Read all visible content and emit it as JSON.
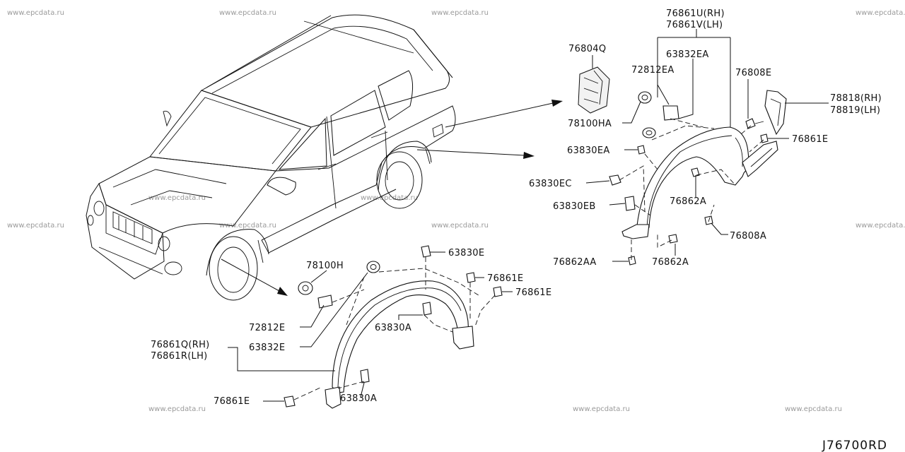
{
  "watermark": "www.epcdata.ru",
  "diagram_code": "J76700RD",
  "labels": {
    "l_76861u": "76861U(RH)",
    "l_76861v": "76861V(LH)",
    "l_76804q": "76804Q",
    "l_63832ea": "63832EA",
    "l_72812ea": "72812EA",
    "l_76808e": "76808E",
    "l_78818": "78818(RH)",
    "l_78819": "78819(LH)",
    "l_78100ha": "78100HA",
    "l_76861e_top": "76861E",
    "l_63830ea": "63830EA",
    "l_63830ec": "63830EC",
    "l_76862a_top": "76862A",
    "l_63830eb": "63830EB",
    "l_76808a": "76808A",
    "l_76862aa": "76862AA",
    "l_76862a_bot": "76862A",
    "l_78100h": "78100H",
    "l_63830e": "63830E",
    "l_76861e_f1": "76861E",
    "l_76861e_f2": "76861E",
    "l_72812e": "72812E",
    "l_63830a_mid": "63830A",
    "l_76861q": "76861Q(RH)",
    "l_63832e": "63832E",
    "l_76861r": "76861R(LH)",
    "l_76861e_bot": "76861E",
    "l_63830a_bot": "63830A"
  }
}
